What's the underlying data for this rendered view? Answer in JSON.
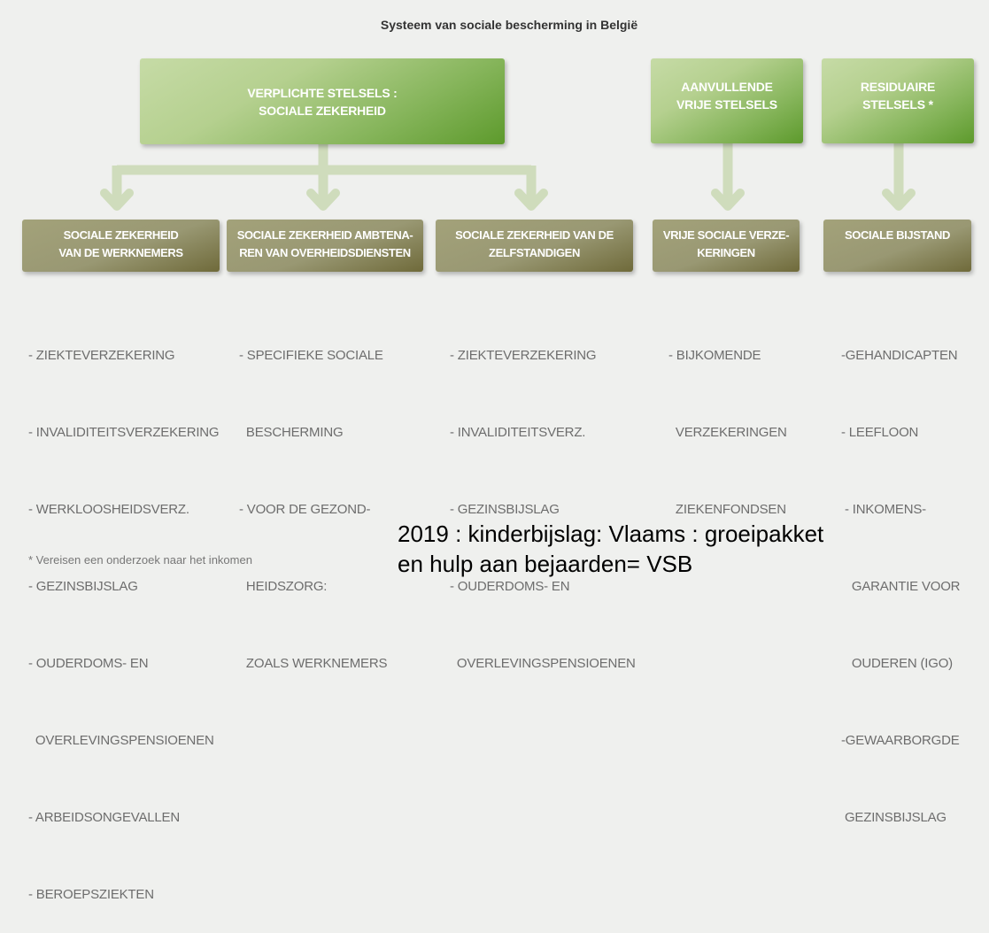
{
  "title": "Systeem van sociale bescherming in België",
  "top_boxes": [
    {
      "lines": [
        "VERPLICHTE STELSELS :",
        "SOCIALE ZEKERHEID"
      ]
    },
    {
      "lines": [
        "AANVULLENDE",
        "VRIJE STELSELS"
      ]
    },
    {
      "lines": [
        "RESIDUAIRE",
        "STELSELS *"
      ]
    }
  ],
  "sub_boxes": [
    {
      "lines": [
        "SOCIALE ZEKERHEID",
        "VAN DE WERKNEMERS"
      ]
    },
    {
      "lines": [
        "SOCIALE ZEKERHEID AMBTENA-",
        "REN  VAN OVERHEIDSDIENSTEN"
      ]
    },
    {
      "lines": [
        "SOCIALE ZEKERHEID VAN DE",
        "ZELFSTANDIGEN"
      ]
    },
    {
      "lines": [
        "VRIJE SOCIALE VERZE-",
        "KERINGEN"
      ]
    },
    {
      "lines": [
        "SOCIALE BIJSTAND"
      ]
    }
  ],
  "lists": [
    [
      "- ZIEKTEVERZEKERING",
      "- INVALIDITEITSVERZEKERING",
      "- WERKLOOSHEIDSVERZ.",
      "- GEZINSBIJSLAG",
      "- OUDERDOMS- EN",
      "  OVERLEVINGSPENSIOENEN",
      "- ARBEIDSONGEVALLEN",
      "- BEROEPSZIEKTEN"
    ],
    [
      "- SPECIFIEKE SOCIALE",
      "  BESCHERMING",
      "- VOOR DE GEZOND-",
      "  HEIDSZORG:",
      "  ZOALS WERKNEMERS"
    ],
    [
      "- ZIEKTEVERZEKERING",
      "- INVALIDITEITSVERZ.",
      "- GEZINSBIJSLAG",
      "- OUDERDOMS- EN",
      "  OVERLEVINGSPENSIOENEN"
    ],
    [
      "- BIJKOMENDE",
      "  VERZEKERINGEN",
      "  ZIEKENFONDSEN"
    ],
    [
      "-GEHANDICAPTEN",
      "- LEEFLOON",
      " - INKOMENS-",
      "   GARANTIE VOOR",
      "   OUDEREN (IGO)",
      "-GEWAARBORGDE",
      " GEZINSBIJSLAG"
    ]
  ],
  "footnote": "* Vereisen een onderzoek naar het inkomen",
  "note_lines": [
    "2019 : kinderbijslag: Vlaams : groeipakket",
    "en hulp aan bejaarden= VSB"
  ],
  "colors": {
    "connector": "#cfdcbc",
    "background": "#eff0ee"
  }
}
